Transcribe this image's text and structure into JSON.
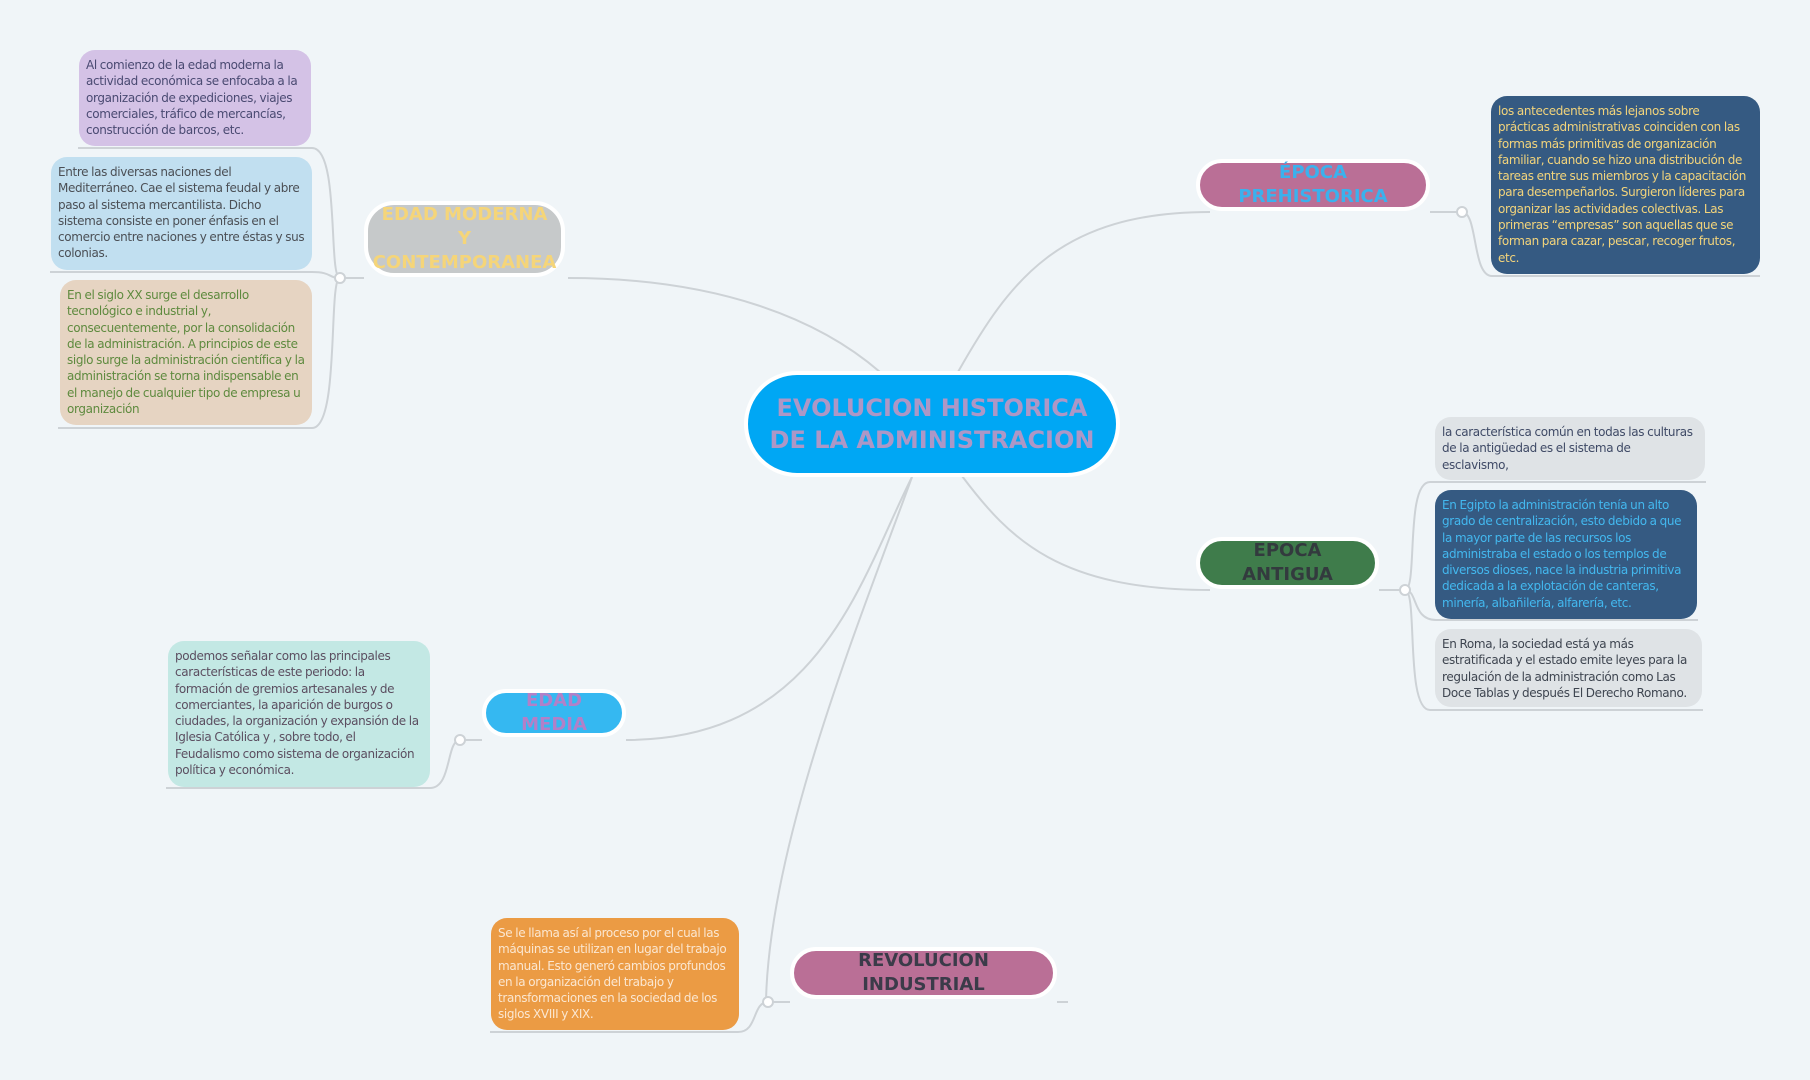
{
  "central": {
    "title": "EVOLUCION HISTORICA DE LA ADMINISTRACION"
  },
  "topics": {
    "prehistorica": {
      "label": "ÉPOCA PREHISTORICA",
      "notes": [
        "los antecedentes más lejanos sobre prácticas administrativas coinciden con las formas más primitivas de organización familiar, cuando se hizo una distribución de tareas entre sus miembros y la capacitación para desempeñarlos. Surgieron líderes para organizar las actividades colectivas. Las primeras “empresas” son aquellas que se forman para cazar, pescar, recoger frutos, etc."
      ]
    },
    "antigua": {
      "label": "EPOCA ANTIGUA",
      "notes": [
        "la característica común en todas las culturas de la antigüedad es el sistema de esclavismo,",
        "En Egipto la administración tenía un alto grado de centralización, esto debido a que la mayor parte de las recursos los administraba el estado o los templos de diversos dioses, nace la industria primitiva dedicada a la explotación de canteras, minería, albañilería, alfarería, etc.",
        "En Roma, la sociedad está ya más estratificada y el estado emite leyes para la regulación de la administración como Las Doce Tablas y después El Derecho Romano."
      ]
    },
    "moderna": {
      "label": "EDAD MODERNA Y CONTEMPORANEA",
      "notes": [
        "Al comienzo de la edad moderna la actividad económica se enfocaba a la organización de expediciones, viajes comerciales, tráfico de mercancías, construcción de barcos, etc.",
        "Entre las diversas naciones del Mediterráneo. Cae el sistema feudal y abre paso al sistema mercantilista. Dicho sistema consiste en poner énfasis en el comercio entre naciones y entre éstas y sus colonias.",
        "En el siglo XX surge el desarrollo tecnológico e industrial y, consecuentemente, por la consolidación de la administración. A principios de este siglo surge la administración científica y la administración se torna indispensable en el manejo de cualquier tipo de empresa u organización"
      ]
    },
    "media": {
      "label": "EDAD MEDIA",
      "notes": [
        "podemos señalar como las principales características de este periodo: la formación de gremios artesanales y de comerciantes, la aparición de burgos o ciudades, la organización y expansión de la Iglesia Católica y , sobre todo, el Feudalismo como sistema de organización política y económica."
      ]
    },
    "revolucion": {
      "label": "REVOLUCION INDUSTRIAL",
      "notes": [
        "Se le llama así al proceso por el cual las máquinas se utilizan en lugar del trabajo manual. Esto generó cambios profundos en la organización del trabajo y transformaciones en la sociedad de los siglos XVIII y XIX."
      ]
    }
  },
  "colors": {
    "background": "#f0f5f8",
    "central": "#00a7f4",
    "connector": "#c8cdd2"
  }
}
